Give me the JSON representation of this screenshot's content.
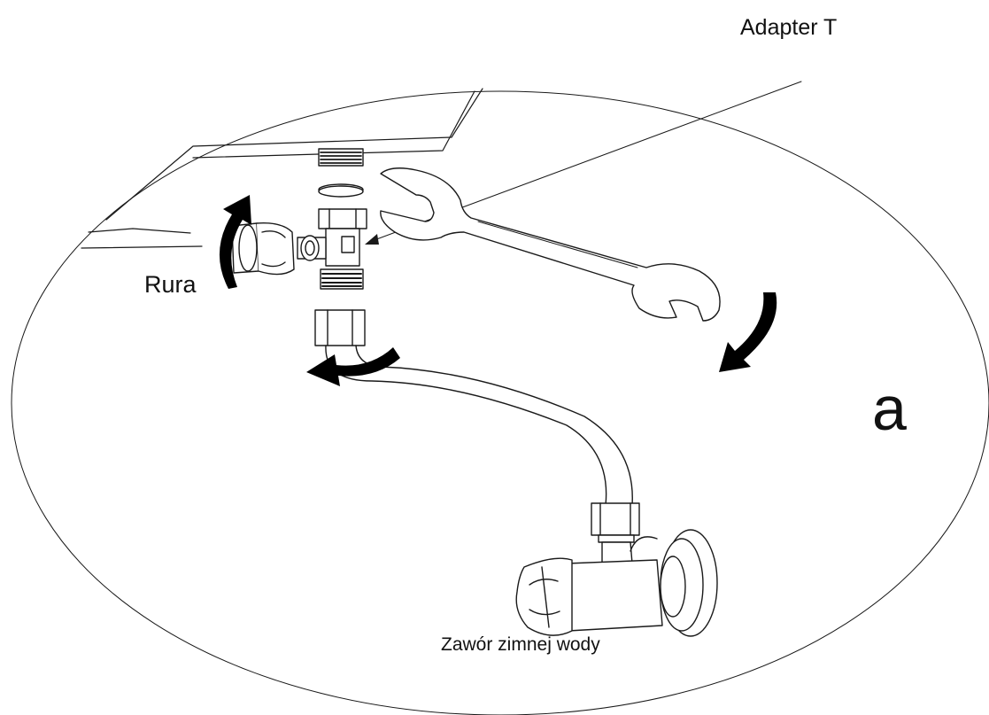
{
  "labels": {
    "adapter": "Adapter T",
    "pipe": "Rura",
    "valve": "Zawór zimnej wody",
    "step": "a"
  },
  "colors": {
    "line": "#1a1a1a",
    "arrow": "#000000",
    "background": "#ffffff"
  },
  "icons": {
    "rotate_arrows": "curved-arrow-icon",
    "wrench": "wrench-icon"
  }
}
